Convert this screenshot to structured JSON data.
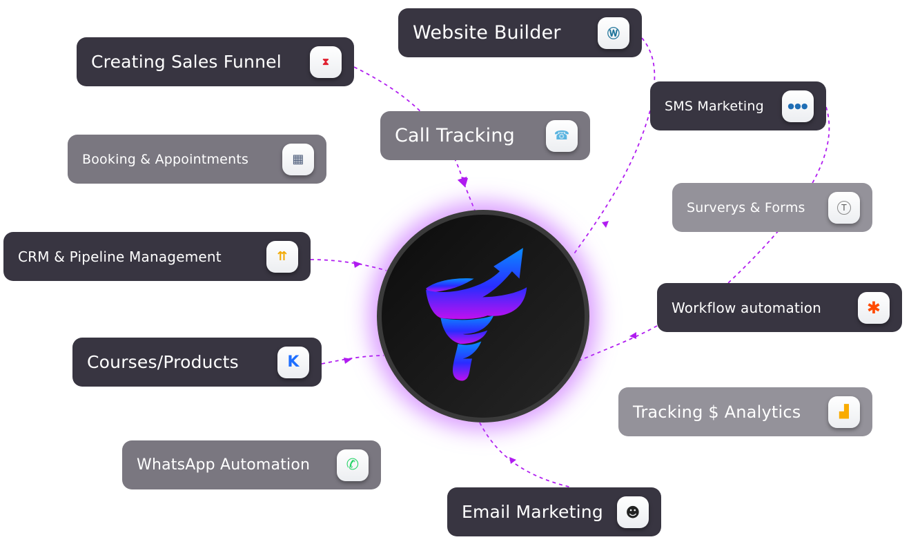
{
  "center": {
    "logo": "tornado-arrow-logo"
  },
  "nodes": [
    {
      "label": "Website Builder",
      "icon": "wordpress-icon"
    },
    {
      "label": "Creating Sales Funnel",
      "icon": "clickfunnels-icon"
    },
    {
      "label": "Call Tracking",
      "icon": "phone-icon"
    },
    {
      "label": "SMS Marketing",
      "icon": "sms-icon"
    },
    {
      "label": "Booking & Appointments",
      "icon": "calendar-icon"
    },
    {
      "label": "Surverys & Forms",
      "icon": "typeform-icon"
    },
    {
      "label": "CRM & Pipeline Management",
      "icon": "pipeline-icon"
    },
    {
      "label": "Workflow automation",
      "icon": "zapier-icon"
    },
    {
      "label": "Courses/Products",
      "icon": "kajabi-icon"
    },
    {
      "label": "Tracking $ Analytics",
      "icon": "analytics-icon"
    },
    {
      "label": "WhatsApp Automation",
      "icon": "whatsapp-icon"
    },
    {
      "label": "Email Marketing",
      "icon": "mailchimp-icon"
    }
  ],
  "colors": {
    "dark": "#383541",
    "mid": "#7a7780",
    "light": "#94929a",
    "link": "#b01cf0"
  }
}
